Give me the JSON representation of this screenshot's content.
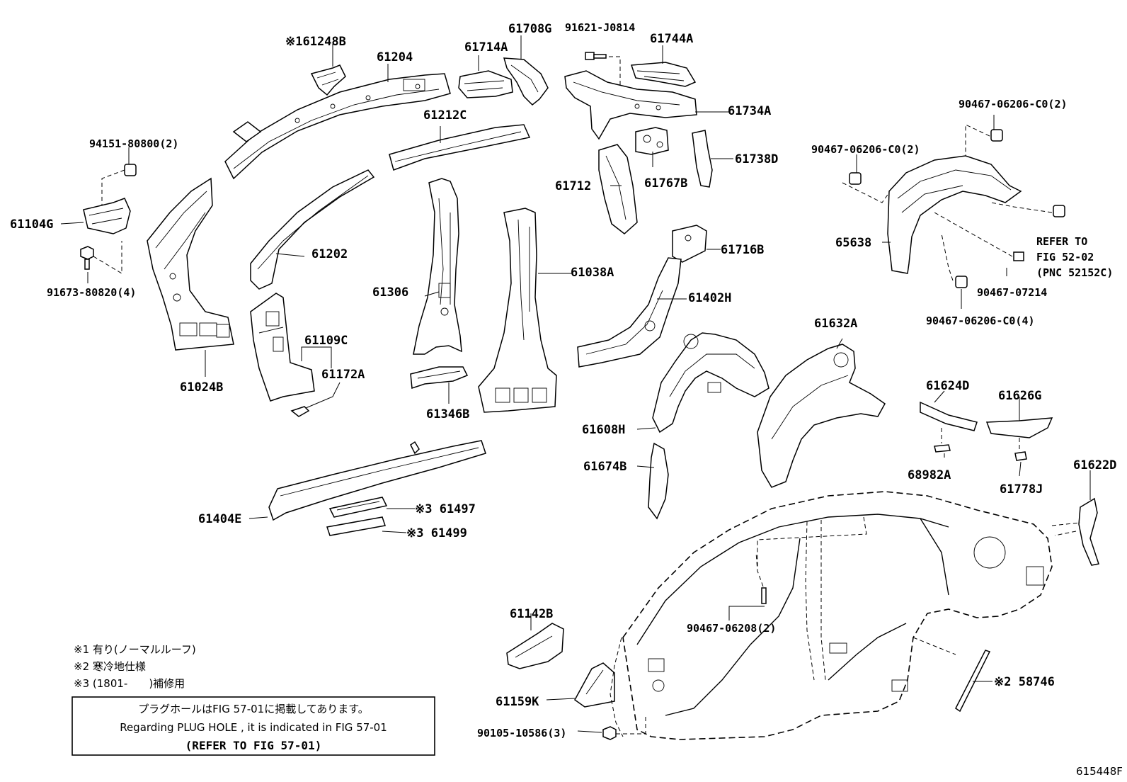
{
  "diagram": {
    "figure_id": "615448F",
    "parts": {
      "p61248B": "※161248B",
      "p61204": "61204",
      "p61714A": "61714A",
      "p61708G": "61708G",
      "p91621": "91621-J0814",
      "p61744A": "61744A",
      "p61734A": "61734A",
      "p61212C": "61212C",
      "p94151": "94151-80800(2)",
      "p61104G": "61104G",
      "p91673": "91673-80820(4)",
      "p61202": "61202",
      "p61306": "61306",
      "p61038A": "61038A",
      "p61712": "61712",
      "p61767B": "61767B",
      "p61738D": "61738D",
      "p61716B": "61716B",
      "p61402H": "61402H",
      "p61109C": "61109C",
      "p61172A": "61172A",
      "p61024B": "61024B",
      "p61346B": "61346B",
      "p61608H": "61608H",
      "p61632A": "61632A",
      "p61674B": "61674B",
      "p61404E": "61404E",
      "p61497": "※3 61497",
      "p61499": "※3 61499",
      "p90467a": "90467-06206-C0(2)",
      "p90467b": "90467-06206-C0(2)",
      "p65638": "65638",
      "refer1": "REFER TO",
      "refer2": "FIG 52-02",
      "refer3": "(PNC 52152C)",
      "p90467c": "90467-07214",
      "p90467d": "90467-06206-C0(4)",
      "p61624D": "61624D",
      "p61626G": "61626G",
      "p68982A": "68982A",
      "p61778J": "61778J",
      "p61622D": "61622D",
      "p90467e": "90467-06208(2)",
      "p61142B": "61142B",
      "p61159K": "61159K",
      "p90105": "90105-10586(3)",
      "p58746": "※2 58746"
    },
    "notes": [
      "※1 有り(ノーマルルーフ)",
      "※2 寒冷地仕様",
      "※3 (1801-　　)補修用"
    ],
    "box": {
      "line1": "プラグホールはFIG 57-01に掲載してあります。",
      "line2": "Regarding  PLUG  HOLE , it is indicated in FIG  57-01",
      "line3": "(REFER TO FIG 57-01)"
    }
  }
}
